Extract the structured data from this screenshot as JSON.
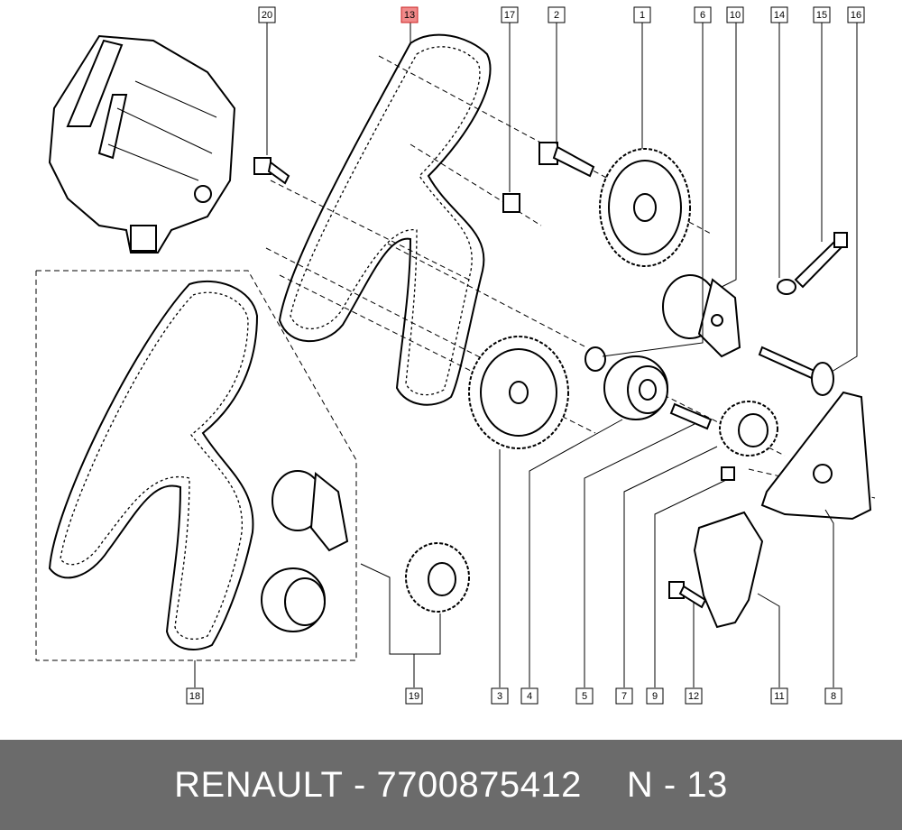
{
  "callouts": [
    {
      "id": "20",
      "highlight": false
    },
    {
      "id": "13",
      "highlight": true
    },
    {
      "id": "17",
      "highlight": false
    },
    {
      "id": "2",
      "highlight": false
    },
    {
      "id": "1",
      "highlight": false
    },
    {
      "id": "6",
      "highlight": false
    },
    {
      "id": "10",
      "highlight": false
    },
    {
      "id": "14",
      "highlight": false
    },
    {
      "id": "15",
      "highlight": false
    },
    {
      "id": "16",
      "highlight": false
    },
    {
      "id": "18",
      "highlight": false
    },
    {
      "id": "19",
      "highlight": false
    },
    {
      "id": "3",
      "highlight": false
    },
    {
      "id": "4",
      "highlight": false
    },
    {
      "id": "5",
      "highlight": false
    },
    {
      "id": "7",
      "highlight": false
    },
    {
      "id": "9",
      "highlight": false
    },
    {
      "id": "12",
      "highlight": false
    },
    {
      "id": "11",
      "highlight": false
    },
    {
      "id": "8",
      "highlight": false
    }
  ],
  "footer": {
    "brand": "RENAULT",
    "separator": "-",
    "part_number": "7700875412",
    "position_label": "N - 13"
  },
  "colors": {
    "highlight": "#f08a8a",
    "footer_bg": "#6b6b6b",
    "footer_text": "#ffffff"
  }
}
